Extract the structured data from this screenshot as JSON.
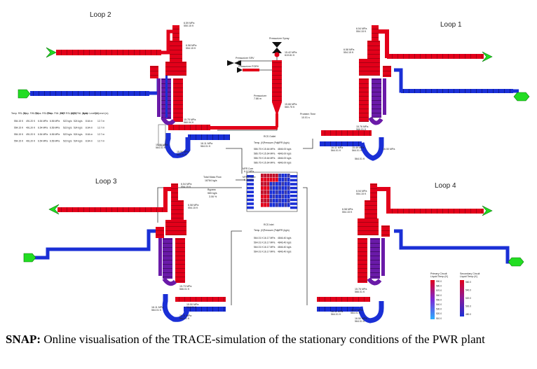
{
  "colors": {
    "hot": "#e2001a",
    "cold": "#1a2fd6",
    "mid": "#6a1aa8",
    "green": "#22dd22",
    "text": "#222222"
  },
  "loops": [
    {
      "label": "Loop 2",
      "sg_pressure": "6.59 MPa",
      "sg_temp": "550.15 K",
      "upper_pressure": "6.58 MPa",
      "upper_temp": "554.15 K",
      "leg_pressure": "15.75 MPa",
      "leg_temp": "560.04 K",
      "pump_pressure": "15.96 MPa",
      "pump_temp": "564.01 K",
      "pump_pressure_2": "15.50 MPa",
      "pump_temp_2": "564.01 K",
      "cold_pressure": "16.11 MPa",
      "cold_temp": "564.01 K"
    },
    {
      "label": "Loop 1",
      "sg_pressure": "6.54 MPa",
      "sg_temp": "554.15 K",
      "upper_pressure": "6.58 MPa",
      "upper_temp": "554.15 K",
      "leg_pressure": "15.76 MPa",
      "leg_temp": "566.01 K",
      "pump_pressure": "16.11 MPa",
      "pump_temp": "564.01 K",
      "pump_pressure_2": "15.49 MPa",
      "pump_temp_2": "564.01 K",
      "cold_pressure": "16.50 MPa",
      "cold_temp": "564.01 K"
    },
    {
      "label": "Loop 3",
      "sg_pressure": "6.54 MPa",
      "sg_temp": "554.15 K",
      "upper_pressure": "6.58 MPa",
      "upper_temp": "554.15 K",
      "leg_pressure": "15.73 MPa",
      "leg_temp": "566.01 K",
      "pump_pressure": "16.11 MPa",
      "pump_temp": "564.01 K",
      "pump_pressure_2": "15.50 MPa",
      "pump_temp_2": "564.01 K",
      "cold_pressure": "16.11 MPa",
      "cold_temp": "564.01 K"
    },
    {
      "label": "Loop 4",
      "sg_pressure": "6.54 MPa",
      "sg_temp": "554.15 K",
      "upper_pressure": "6.58 MPa",
      "upper_temp": "554.15 K",
      "leg_pressure": "15.76 MPa",
      "leg_temp": "566.01 K",
      "pump_pressure": "16.11 MPa",
      "pump_temp": "564.01 K",
      "pump_pressure_2": "15.47 MPa",
      "pump_temp_2": "564.01 K",
      "cold_pressure": "16.50 MPa",
      "cold_temp": "564.01 K"
    }
  ],
  "pressurizer": {
    "label": "Pressurizer",
    "level": "7.86 m",
    "spray_label": "Pressurizer Spray",
    "spray_pressure": "15.42 MPa",
    "spray_temp": "619.81 K",
    "srv_label": "Pressurizer SRV",
    "porv_label": "Pressurizer PORV",
    "bottom_pressure": "15.66 MPa",
    "bottom_temp": "560.75 K"
  },
  "time": {
    "label": "Problem Time",
    "value": "10.01 s"
  },
  "sg_table": {
    "headers": [
      "Temp. RSL (K)",
      "Temp. FWL (K)",
      "Press. RSL (Pa)",
      "Press. FWL (Pa)",
      "MFR RSL (kg/s)",
      "MFR FWL (kg/s)",
      "Boiler Level (m)",
      "DC Level (m)"
    ],
    "rows": [
      [
        "554.15 K",
        "491.20 K",
        "6.54 MPa",
        "6.56 MPa",
        "522 kg/s",
        "524 kg/s",
        "8.64 m",
        "12.7 m"
      ],
      [
        "554.15 K",
        "491.20 K",
        "6.54 MPa",
        "6.56 MPa",
        "522 kg/s",
        "524 kg/s",
        "8.64 m",
        "12.7 m"
      ],
      [
        "554.15 K",
        "491.20 K",
        "6.54 MPa",
        "6.56 MPa",
        "522 kg/s",
        "524 kg/s",
        "8.64 m",
        "12.7 m"
      ],
      [
        "554.15 K",
        "491.20 K",
        "6.54 MPa",
        "6.56 MPa",
        "522 kg/s",
        "524 kg/s",
        "8.64 m",
        "12.7 m"
      ]
    ]
  },
  "rcs_outlet": {
    "title": "RCS Outlet",
    "headers": [
      "Temp. (K)",
      "Pressure (Pa)",
      "MFR (kg/s)"
    ],
    "rows": [
      [
        "586.75 K",
        "15.64 MPa",
        "4846.00 kg/s"
      ],
      [
        "586.75 K",
        "15.64 MPa",
        "4846.00 kg/s"
      ],
      [
        "586.75 K",
        "15.64 MPa",
        "4846.00 kg/s"
      ],
      [
        "586.75 K",
        "15.64 MPa",
        "4846.00 kg/s"
      ]
    ]
  },
  "rcs_inlet": {
    "title": "RCS Inlet",
    "headers": [
      "Temp. (K)",
      "Pressure (Pa)",
      "MFR (kg/s)"
    ],
    "rows": [
      [
        "564.01 K",
        "16.17 MPa",
        "4846.40 kg/s"
      ],
      [
        "564.01 K",
        "16.17 MPa",
        "4846.40 kg/s"
      ],
      [
        "564.01 K",
        "16.17 MPa",
        "4846.40 kg/s"
      ],
      [
        "564.01 K",
        "16.17 MPa",
        "4846.40 kg/s"
      ]
    ]
  },
  "core": {
    "total_flow_label": "Total Mass Flow",
    "total_flow": "18784 kg/s",
    "bypass_label": "Bypass",
    "bypass_flow": "565 kg/s",
    "bypass_pct": "3.06 %",
    "mfr_label": "MFR Core",
    "mfr_value": "6.17 MPa",
    "press_label": "MFR-P Core",
    "press_value": "6.23 MPa"
  },
  "legends": {
    "primary": {
      "title_1": "Primary Circuit",
      "title_2": "Liquid Temp (K)",
      "ticks": [
        "590.0",
        "580.0",
        "570.0",
        "560.0",
        "550.0",
        "540.0",
        "530.0",
        "520.0",
        "510.0"
      ]
    },
    "secondary": {
      "title_1": "Secondary Circuit",
      "title_2": "Liquid Temp (K)",
      "ticks": [
        "560.0",
        "540.0",
        "520.0",
        "500.0",
        "480.0"
      ]
    }
  },
  "caption": {
    "bold": "SNAP:",
    "text": " Online visualisation of the TRACE-simulation of the stationary conditions of the PWR plant"
  }
}
